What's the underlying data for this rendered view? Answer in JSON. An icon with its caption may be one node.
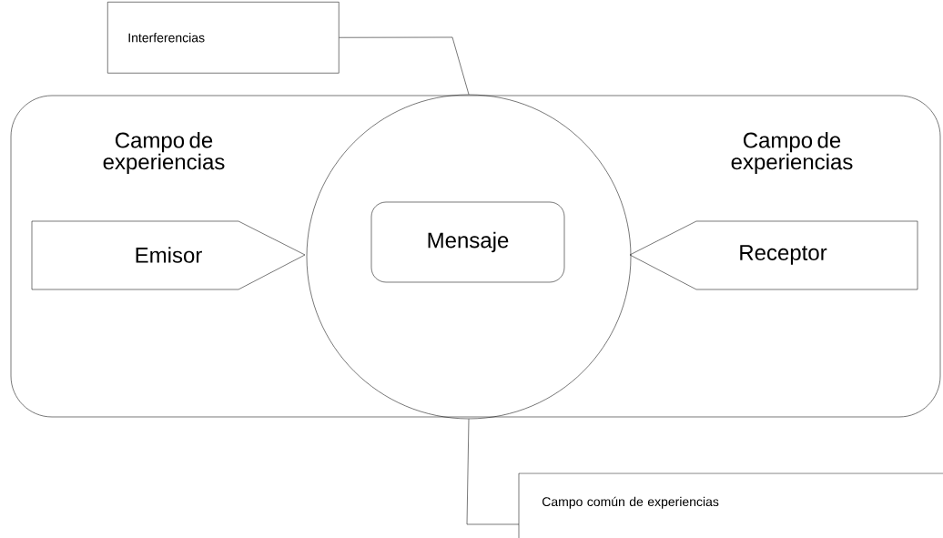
{
  "diagram": {
    "nodes": [
      {
        "text": [
          "Interferencias"
        ]
      },
      {
        "text": [
          "Campo de experiencias",
          "Campo de experiencias"
        ]
      },
      {
        "text": [],
        "shape": "circle",
        "in": 1
      },
      {
        "text": [
          "Mensaje"
        ],
        "in": 2
      },
      {
        "text": [
          "Emisor"
        ],
        "in": 1
      },
      {
        "text": [
          "Receptor"
        ],
        "in": 1
      },
      {
        "text": [
          "Campo común de experiencias"
        ]
      }
    ],
    "edges": [
      {
        "from": 0,
        "to": 2,
        "arrow": "none"
      },
      {
        "from": 2,
        "to": 6,
        "arrow": "none"
      }
    ]
  }
}
